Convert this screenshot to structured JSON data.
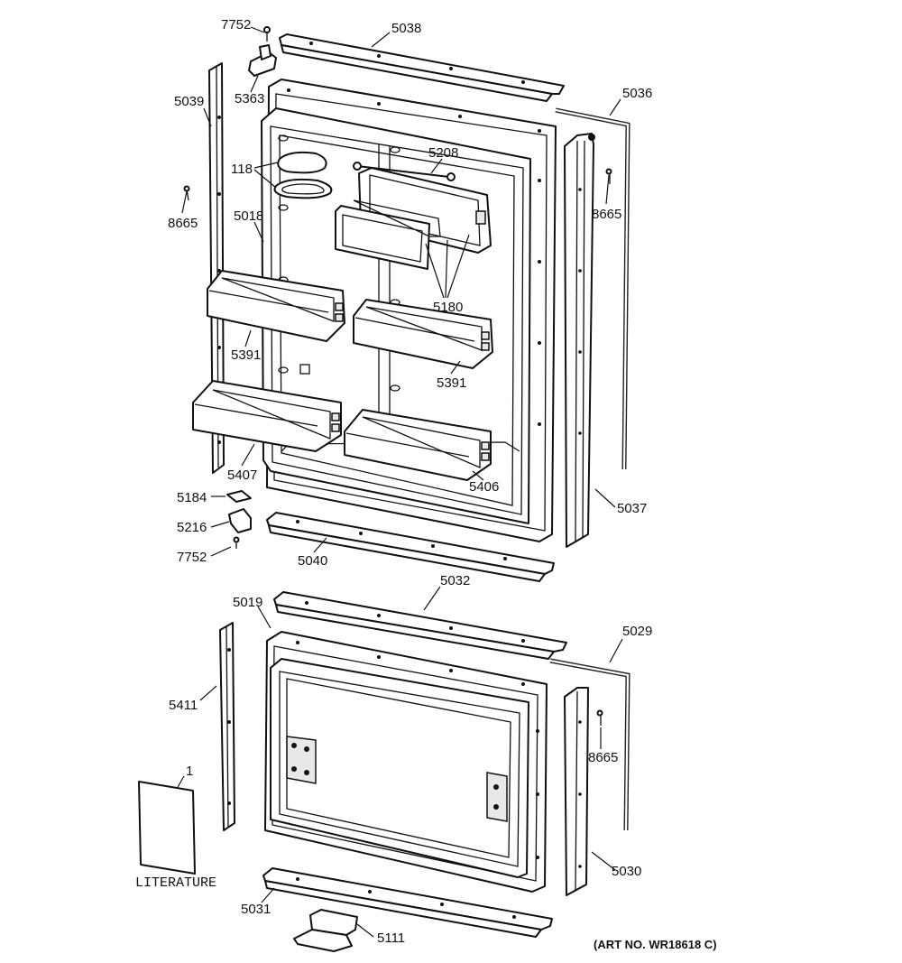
{
  "labels": {
    "p7752_top": "7752",
    "p5038": "5038",
    "p5363": "5363",
    "p5039": "5039",
    "p5036": "5036",
    "p118": "118",
    "p5208": "5208",
    "p8665_left": "8665",
    "p5018": "5018",
    "p8665_right": "8665",
    "p5180": "5180",
    "p5391_left": "5391",
    "p5391_right": "5391",
    "p5407": "5407",
    "p5406": "5406",
    "p5184": "5184",
    "p5037": "5037",
    "p5216": "5216",
    "p7752_bottom": "7752",
    "p5040": "5040",
    "p5032": "5032",
    "p5019": "5019",
    "p5029": "5029",
    "p5411": "5411",
    "p8665_lower": "8665",
    "p1": "1",
    "literature": "LITERATURE",
    "p5030": "5030",
    "p5031": "5031",
    "p5111": "5111",
    "art_no": "(ART NO. WR18618 C)"
  }
}
